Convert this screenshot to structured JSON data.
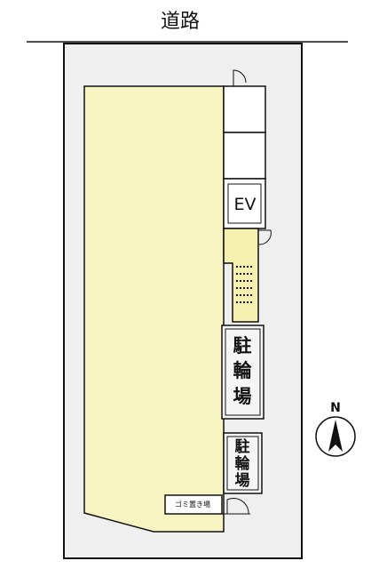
{
  "road": {
    "label": "道路"
  },
  "elevator": {
    "label": "EV"
  },
  "bike_parking_1": {
    "chars": [
      "駐",
      "輪",
      "場"
    ]
  },
  "bike_parking_2": {
    "chars": [
      "駐",
      "輪",
      "場"
    ]
  },
  "trash_area": {
    "label": "ゴミ置き場"
  },
  "north_arrow": {
    "label": "N"
  },
  "colors": {
    "lot": "#efefef",
    "unit": "#f6f5c2",
    "stair": "#f3f0b0",
    "line": "#111111"
  }
}
